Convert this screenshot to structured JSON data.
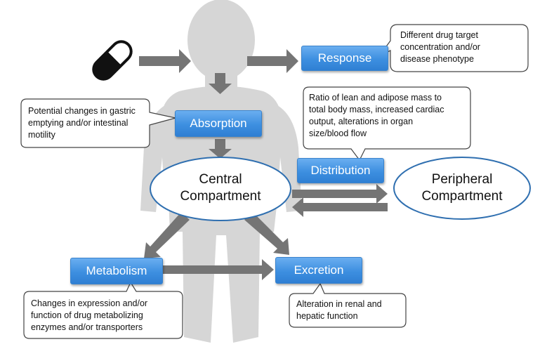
{
  "drug_icon": "pill-capsule-icon",
  "figure": "child-silhouette",
  "colors": {
    "silhouette": "#d6d6d6",
    "box_fill": "#4a96e6",
    "arrow": "#757575",
    "callout_border": "#444444"
  },
  "boxes": {
    "response": "Response",
    "absorption": "Absorption",
    "distribution": "Distribution",
    "metabolism": "Metabolism",
    "excretion": "Excretion"
  },
  "compartments": {
    "central_line1": "Central",
    "central_line2": "Compartment",
    "peripheral_line1": "Peripheral",
    "peripheral_line2": "Compartment"
  },
  "callouts": {
    "response": [
      "Different drug target",
      "concentration and/or",
      "disease phenotype"
    ],
    "absorption": [
      "Potential changes in gastric",
      "emptying and/or intestinal",
      "motility"
    ],
    "distribution": [
      "Ratio of lean and adipose mass to",
      "total body mass, increased cardiac",
      "output, alterations in organ",
      "size/blood flow"
    ],
    "metabolism": [
      "Changes in expression and/or",
      "function of drug metabolizing",
      "enzymes and/or transporters"
    ],
    "excretion": [
      "Alteration in renal and",
      "hepatic function"
    ]
  }
}
